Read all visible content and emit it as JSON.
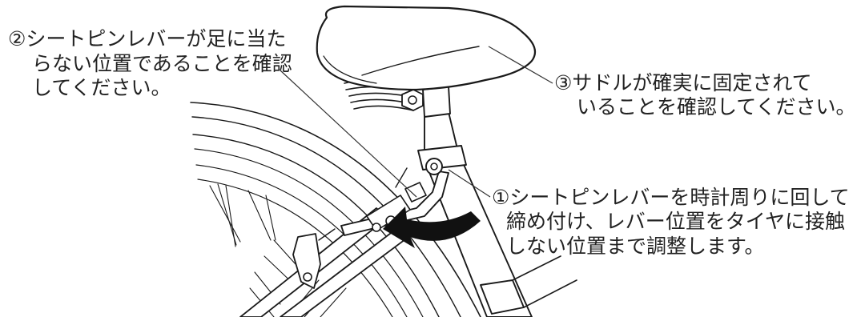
{
  "callouts": [
    {
      "id": "lever-check",
      "number_symbol": "②",
      "lines": [
        "②シートピンレバーが足に当た",
        "らない位置であることを確認",
        "してください。"
      ]
    },
    {
      "id": "saddle-check",
      "number_symbol": "③",
      "lines": [
        "③サドルが確実に固定されて",
        "いることを確認してください。"
      ]
    },
    {
      "id": "lever-adjust",
      "number_symbol": "①",
      "lines": [
        "①シートピンレバーを時計周りに回して",
        "締め付け、レバー位置をタイヤに接触",
        "しない位置まで調整します。"
      ]
    }
  ],
  "colors": {
    "ink": "#1a1a1a",
    "text": "#222222",
    "arrow": "#111111"
  },
  "icons": {
    "rotation_arrow": "clockwise-arrow-icon"
  }
}
